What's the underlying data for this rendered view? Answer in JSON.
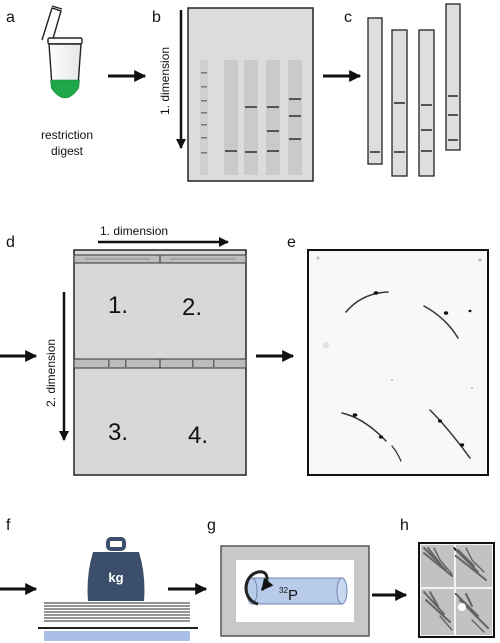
{
  "panels": {
    "a": {
      "letter": "a",
      "caption_line1": "restriction",
      "caption_line2": "digest"
    },
    "b": {
      "letter": "b",
      "axis_label": "1. dimension"
    },
    "c": {
      "letter": "c"
    },
    "d": {
      "letter": "d",
      "top_label": "1. dimension",
      "left_label": "2. dimension",
      "quadrants": [
        "1.",
        "2.",
        "3.",
        "4."
      ]
    },
    "e": {
      "letter": "e"
    },
    "f": {
      "letter": "f",
      "weight_label": "kg"
    },
    "g": {
      "letter": "g",
      "isotope_mass": "32",
      "isotope_symbol": "P"
    },
    "h": {
      "letter": "h"
    }
  },
  "colors": {
    "tube_liquid": "#1fa84a",
    "gel_background": "#d8d8d8",
    "weight_body": "#3b4e6b",
    "bottle_fill": "#b8cbe8",
    "film_box": "#c8c8c8",
    "blue_plate": "#a9bfe6"
  }
}
